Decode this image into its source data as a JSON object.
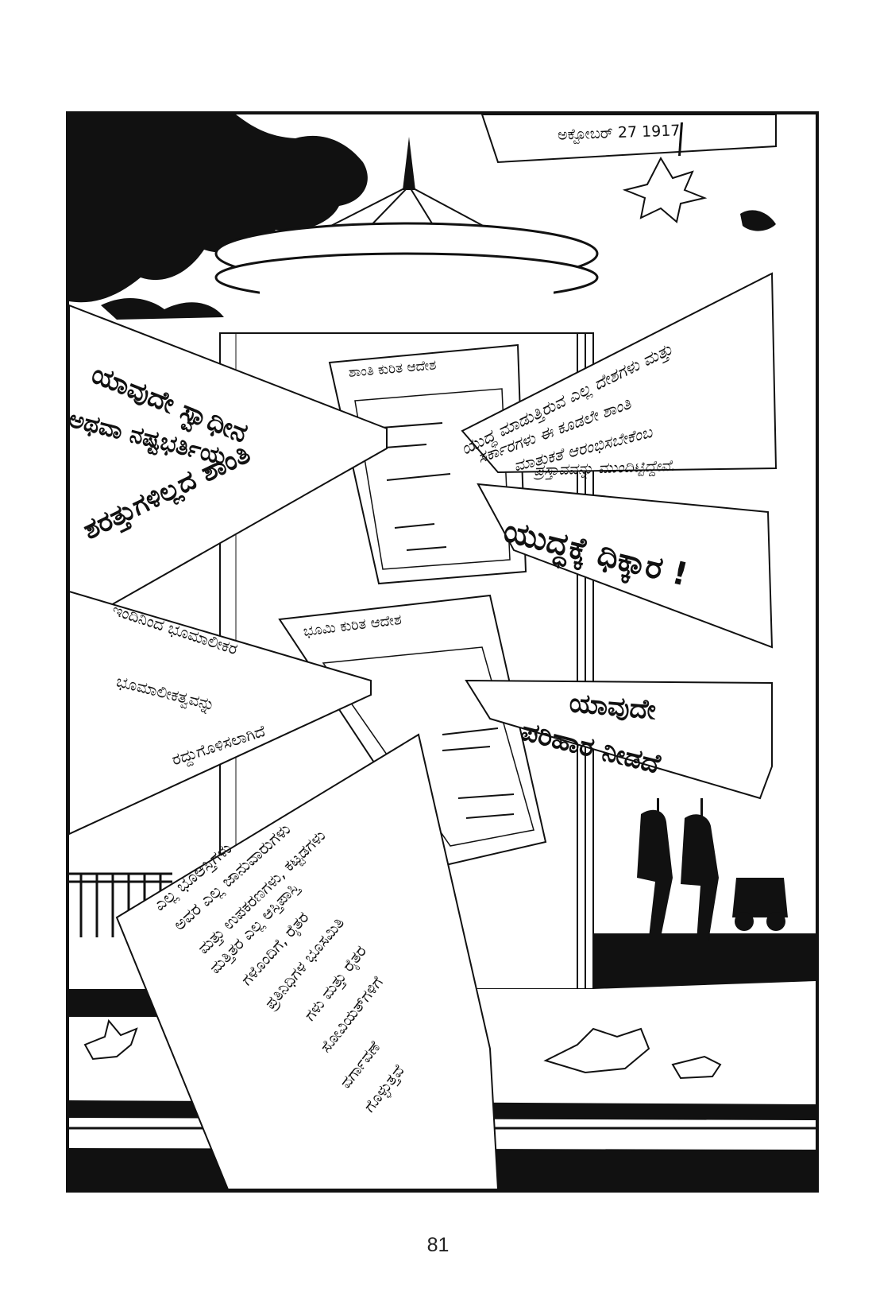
{
  "comic": {
    "date": "ಅಕ್ಟೋಬರ್ 27 1917",
    "banner_peace_line1": "ಯಾವುದೇ ಸ್ವಾಧೀನ",
    "banner_peace_line2": "ಅಥವಾ ನಷ್ಟಭರ್ತಿಯ",
    "banner_peace_line3": "ಶರತ್ತುಗಳಿಲ್ಲದ ಶಾಂತಿ",
    "decree_peace_title": "ಶಾಂತಿ ಕುರಿತ ಆದೇಶ",
    "peace_proposal": [
      "ಯುದ್ಧ ಮಾಡುತ್ತಿರುವ ಎಲ್ಲ ದೇಶಗಳು ಮತ್ತು",
      "ಸರ್ಕಾರಗಳು ಈ ಕೂಡಲೇ ಶಾಂತಿ",
      "ಮಾತುಕತೆ ಆರಂಭಿಸಬೇಕೆಂಬ",
      "ಪ್ರಸ್ತಾವವನ್ನು ಮುಂದಿಟ್ಟಿದ್ದೇವೆ."
    ],
    "banner_war": "ಯುದ್ಧಕ್ಕೆ ಧಿಕ್ಕಾರ !",
    "decree_land_title": "ಭೂಮಿ ಕುರಿತ ಆದೇಶ",
    "land_abolition": [
      "ಇಂದಿನಿಂದ ಭೂಮಾಲೀಕರ",
      "ಭೂಮಾಲೀಕತ್ವವನ್ನು",
      "ರದ್ದುಗೊಳಿಸಲಾಗಿದೆ"
    ],
    "banner_compensation_line1": "ಯಾವುದೇ",
    "banner_compensation_line2": "ಪರಿಹಾರ ನೀಡದೆ",
    "land_transfer": [
      "ಎಲ್ಲ ಭೂಆಸ್ತಿಗಳು",
      "ಅವರ ಎಲ್ಲ ಜಾನುವಾರುಗಳು",
      "ಮತ್ತು ಉಪಕರಣಗಳು, ಕಟ್ಟಡಗಳು",
      "ಮತ್ತಿತರ ಎಲ್ಲ ಆಸ್ತಿಪಾಸ್ತಿ",
      "ಗಳೊಂದಿಗೆ, ರೈತರ",
      "ಪ್ರತಿನಿಧಿಗಳ ಭೂಸಮಿತಿ",
      "ಗಳು ಮತ್ತು ರೈತರ",
      "ಸೋವಿಯತ್‌ಗಳಿಗೆ",
      "ವರ್ಗಾವಣೆ",
      "ಗೊಳ್ಳುತ್ತವೆ"
    ]
  },
  "page_number": "81"
}
